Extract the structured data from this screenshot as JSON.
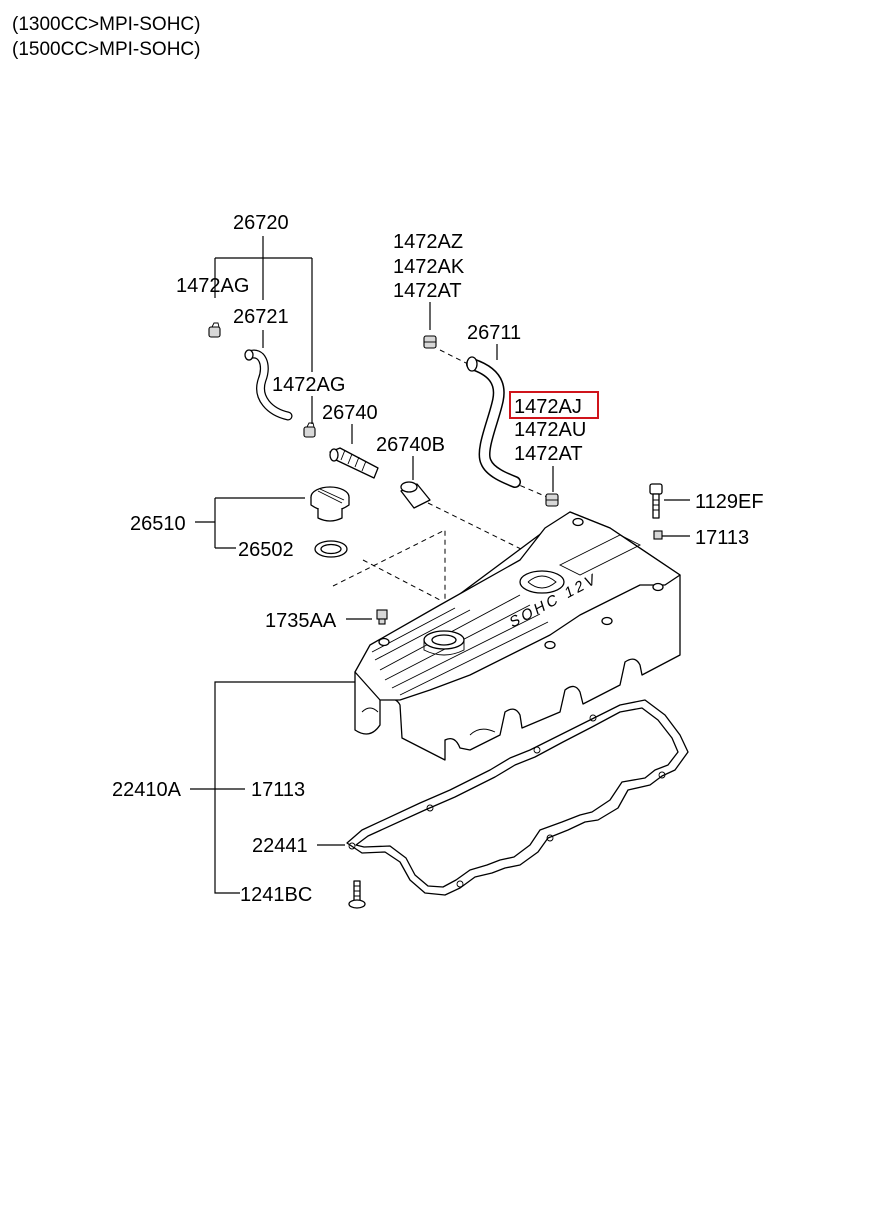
{
  "header": {
    "line1": "(1300CC>MPI-SOHC)",
    "line2": "(1500CC>MPI-SOHC)"
  },
  "cover_text": {
    "brand": "SOHC 12V"
  },
  "labels": {
    "p26720": "26720",
    "p1472AG_a": "1472AG",
    "p26721": "26721",
    "p1472AG_b": "1472AG",
    "p26740": "26740",
    "p26740B": "26740B",
    "p1472AZ": "1472AZ",
    "p1472AK": "1472AK",
    "p1472AT_a": "1472AT",
    "p26711": "26711",
    "p1472AJ": "1472AJ",
    "p1472AU": "1472AU",
    "p1472AT_b": "1472AT",
    "p1129EF": "1129EF",
    "p17113_a": "17113",
    "p26510": "26510",
    "p26502": "26502",
    "p1735AA": "1735AA",
    "p22410A": "22410A",
    "p17113_b": "17113",
    "p22441": "22441",
    "p1241BC": "1241BC"
  },
  "highlight_color": "#d0141b"
}
